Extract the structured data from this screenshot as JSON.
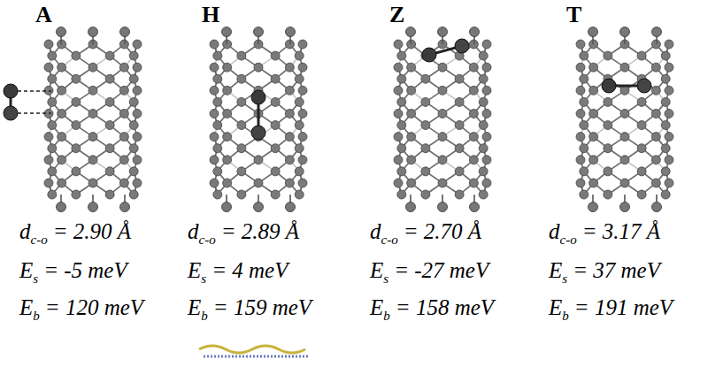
{
  "diagram": {
    "labels": [
      "A",
      "d",
      "c-o",
      "= 2.90 Å",
      "E",
      "s",
      "= -5 meV",
      "E",
      "b",
      "= 120 meV",
      "H",
      "d",
      "c-o",
      "= 2.89 Å",
      "E",
      "s",
      "= 4 meV",
      "E",
      "b",
      "= 159 meV",
      "Z",
      "d",
      "c-o",
      "= 2.70 Å",
      "E",
      "s",
      "= -27 meV",
      "E",
      "b",
      "= 158 meV",
      "T",
      "d",
      "c-o",
      "= 3.17 Å",
      "E",
      "s",
      "= 37 meV",
      "E",
      "b",
      "= 191 meV"
    ]
  }
}
